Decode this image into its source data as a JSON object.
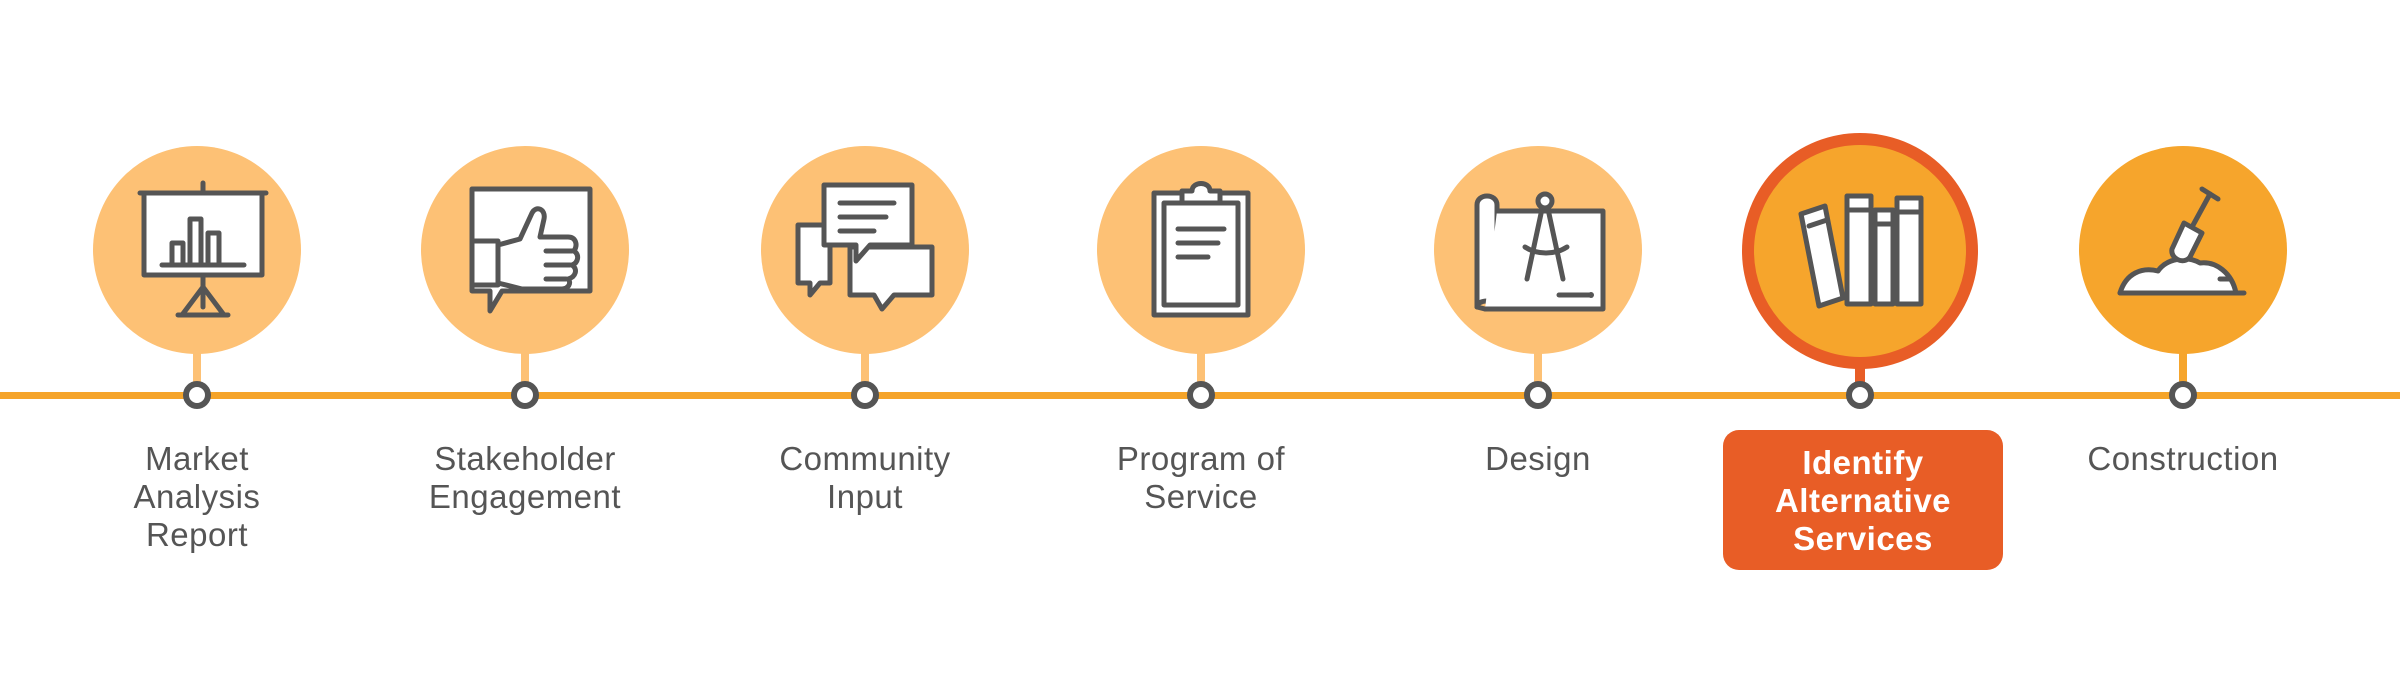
{
  "colors": {
    "line": "#f5a42a",
    "circle_light": "#fdc175",
    "circle_strong": "#f6a52c",
    "active_accent": "#e85d26",
    "icon_gray": "#555555",
    "label_gray": "#555555"
  },
  "steps": [
    {
      "label": "Market\nAnalysis\nReport",
      "icon": "presentation-chart-icon",
      "state": "light"
    },
    {
      "label": "Stakeholder\nEngagement",
      "icon": "thumbs-up-icon",
      "state": "light"
    },
    {
      "label": "Community\nInput",
      "icon": "chat-bubbles-icon",
      "state": "light"
    },
    {
      "label": "Program of\nService",
      "icon": "clipboard-icon",
      "state": "light"
    },
    {
      "label": "Design",
      "icon": "blueprint-compass-icon",
      "state": "light"
    },
    {
      "label": "Identify\nAlternative\nServices",
      "icon": "books-icon",
      "state": "active"
    },
    {
      "label": "Construction",
      "icon": "shovel-icon",
      "state": "full"
    }
  ]
}
